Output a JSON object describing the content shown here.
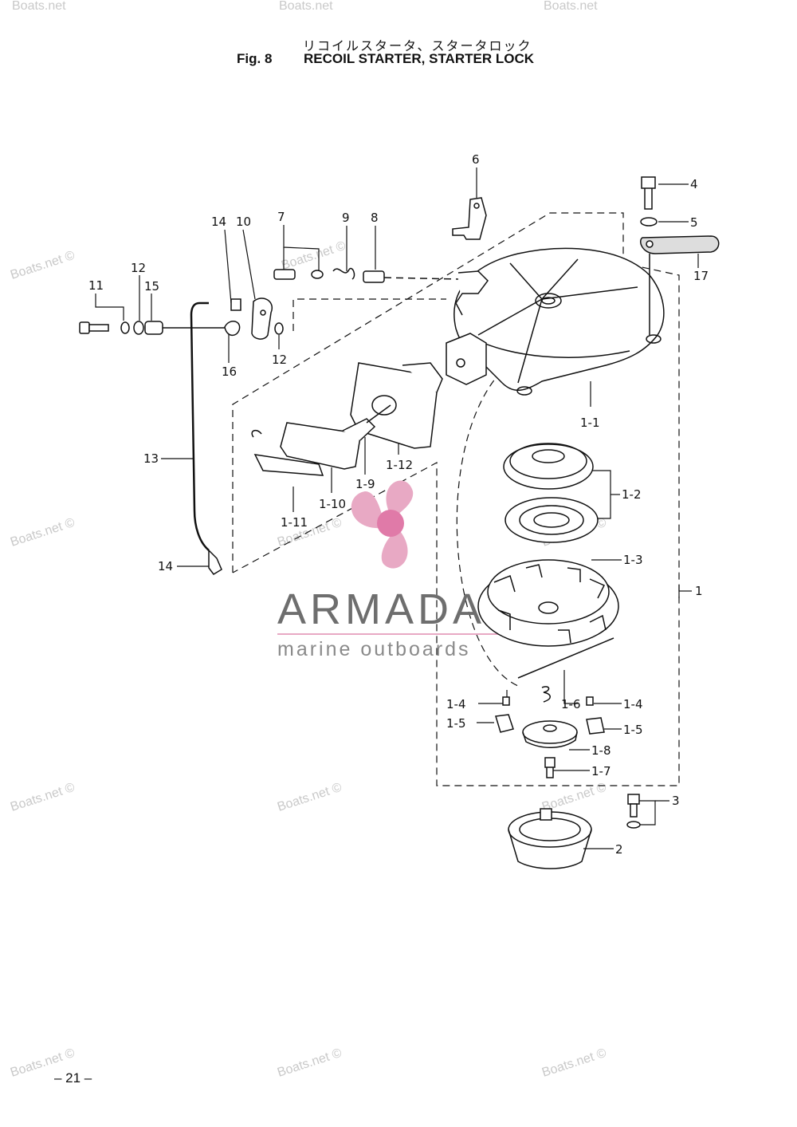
{
  "header": {
    "title_jp": "リコイルスタータ、スタータロック",
    "fig_label": "Fig. 8",
    "title": "RECOIL STARTER, STARTER LOCK"
  },
  "callouts": [
    "6",
    "4",
    "5",
    "17",
    "14",
    "10",
    "7",
    "9",
    "8",
    "11",
    "12",
    "15",
    "12",
    "16",
    "13",
    "14",
    "1-1",
    "1-12",
    "1-9",
    "1-10",
    "1-11",
    "1-2",
    "1-3",
    "1",
    "1-4",
    "1-6",
    "1-4",
    "1-5",
    "1-5",
    "1-8",
    "1-7",
    "3",
    "2"
  ],
  "watermark": {
    "text": "Boats.net ©",
    "brand_name": "ARMADA",
    "brand_tagline": "marine outboards"
  },
  "colors": {
    "brand_pink": "#e8a9c4",
    "brand_pink_dark": "#e07aa8",
    "line": "#111111"
  },
  "footer": {
    "page_number": "– 21 –"
  }
}
